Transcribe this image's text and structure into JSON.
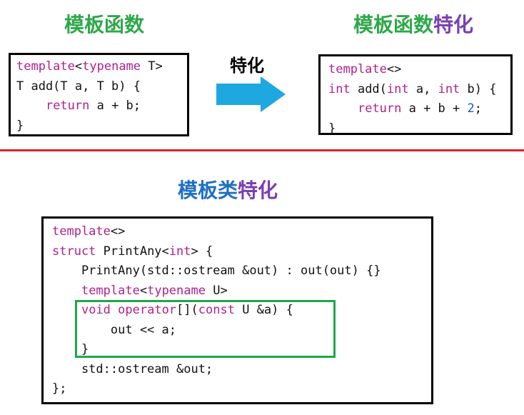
{
  "headings": {
    "left": {
      "part1": "模板函数",
      "color1": "#2ea84a"
    },
    "right": {
      "part1": "模板函数",
      "part2": "特化",
      "color1": "#2ea84a",
      "color2": "#7b3fb0"
    },
    "bottom": {
      "part1": "模板类",
      "part2": "特化",
      "color1": "#1f6fc4",
      "color2": "#7b3fb0"
    }
  },
  "arrow": {
    "label": "特化",
    "color": "#1fa8e0"
  },
  "divider_color": "#d9232f",
  "highlight_color": "#1ea84a",
  "code": {
    "left": [
      [
        {
          "t": "template",
          "c": "kw"
        },
        {
          "t": "<",
          "c": "plain"
        },
        {
          "t": "typename",
          "c": "kw"
        },
        {
          "t": " T>",
          "c": "plain"
        }
      ],
      [
        {
          "t": "T add(T a, T b) {",
          "c": "plain"
        }
      ],
      [
        {
          "t": "    ",
          "c": "plain"
        },
        {
          "t": "return",
          "c": "kw"
        },
        {
          "t": " a + b;",
          "c": "plain"
        }
      ],
      [
        {
          "t": "}",
          "c": "plain"
        }
      ]
    ],
    "right": [
      [
        {
          "t": "template",
          "c": "kw"
        },
        {
          "t": "<>",
          "c": "plain"
        }
      ],
      [
        {
          "t": "int",
          "c": "kw"
        },
        {
          "t": " add(",
          "c": "plain"
        },
        {
          "t": "int",
          "c": "kw"
        },
        {
          "t": " a, ",
          "c": "plain"
        },
        {
          "t": "int",
          "c": "kw"
        },
        {
          "t": " b) {",
          "c": "plain"
        }
      ],
      [
        {
          "t": "    ",
          "c": "plain"
        },
        {
          "t": "return",
          "c": "kw"
        },
        {
          "t": " a + b + ",
          "c": "plain"
        },
        {
          "t": "2",
          "c": "num"
        },
        {
          "t": ";",
          "c": "plain"
        }
      ],
      [
        {
          "t": "}",
          "c": "plain"
        }
      ]
    ],
    "bottom": [
      [
        {
          "t": "template",
          "c": "kw"
        },
        {
          "t": "<>",
          "c": "plain"
        }
      ],
      [
        {
          "t": "struct",
          "c": "kw"
        },
        {
          "t": " PrintAny<",
          "c": "plain"
        },
        {
          "t": "int",
          "c": "kw"
        },
        {
          "t": "> {",
          "c": "plain"
        }
      ],
      [
        {
          "t": "    PrintAny(std::ostream &out) : out(out) {}",
          "c": "plain"
        }
      ],
      [
        {
          "t": "    ",
          "c": "plain"
        },
        {
          "t": "template",
          "c": "kw"
        },
        {
          "t": "<",
          "c": "plain"
        },
        {
          "t": "typename",
          "c": "kw"
        },
        {
          "t": " U>",
          "c": "plain"
        }
      ],
      [
        {
          "t": "    ",
          "c": "plain"
        },
        {
          "t": "void",
          "c": "kw"
        },
        {
          "t": " ",
          "c": "plain"
        },
        {
          "t": "operator",
          "c": "kw"
        },
        {
          "t": "[](",
          "c": "plain"
        },
        {
          "t": "const",
          "c": "kw"
        },
        {
          "t": " U &a) {",
          "c": "plain"
        }
      ],
      [
        {
          "t": "        out << a;",
          "c": "plain"
        }
      ],
      [
        {
          "t": "    }",
          "c": "plain"
        }
      ],
      [
        {
          "t": "    std::ostream &out;",
          "c": "plain"
        }
      ],
      [
        {
          "t": "};",
          "c": "plain"
        }
      ]
    ]
  }
}
